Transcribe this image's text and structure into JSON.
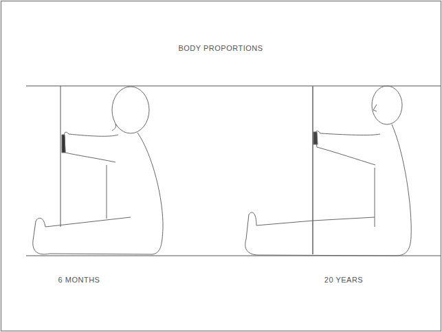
{
  "diagram": {
    "title": "BODY PROPORTIONS",
    "labels": [
      "6 MONTHS",
      "20 YEARS"
    ]
  }
}
